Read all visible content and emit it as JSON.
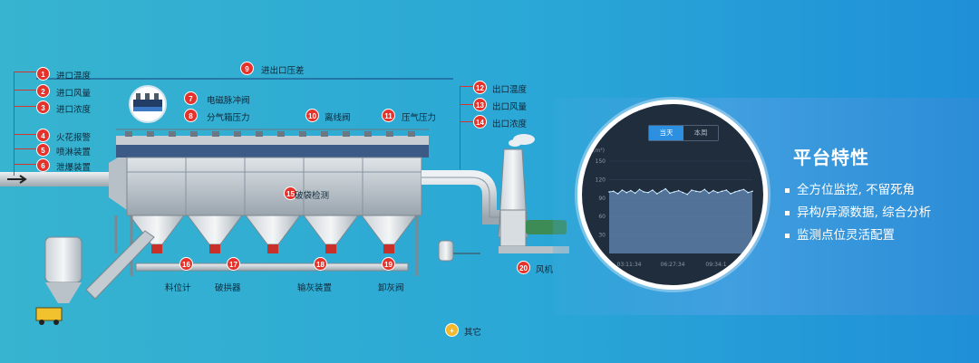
{
  "labels": [
    {
      "n": "1",
      "t": "进口温度"
    },
    {
      "n": "2",
      "t": "进口风量"
    },
    {
      "n": "3",
      "t": "进口浓度"
    },
    {
      "n": "4",
      "t": "火花报警"
    },
    {
      "n": "5",
      "t": "喷淋装置"
    },
    {
      "n": "6",
      "t": "泄爆装置"
    },
    {
      "n": "7",
      "t": "电磁脉冲阀"
    },
    {
      "n": "8",
      "t": "分气箱压力"
    },
    {
      "n": "9",
      "t": "进出口压差"
    },
    {
      "n": "10",
      "t": "离线阀"
    },
    {
      "n": "11",
      "t": "压气压力"
    },
    {
      "n": "12",
      "t": "出口温度"
    },
    {
      "n": "13",
      "t": "出口风量"
    },
    {
      "n": "14",
      "t": "出口浓度"
    },
    {
      "n": "15",
      "t": "破袋检测"
    },
    {
      "n": "16",
      "t": "料位计"
    },
    {
      "n": "17",
      "t": "破拱器"
    },
    {
      "n": "18",
      "t": "输灰装置"
    },
    {
      "n": "19",
      "t": "卸灰阀"
    },
    {
      "n": "20",
      "t": "风机"
    }
  ],
  "other": "其它",
  "monitor": {
    "tab_today": "当天",
    "tab_week": "本周",
    "unit": "(m³)",
    "y_ticks": [
      "150",
      "120",
      "90",
      "60",
      "30"
    ],
    "x_ticks": [
      "03:11:34",
      "06:27:34",
      "09:34:1"
    ]
  },
  "chart_data": {
    "type": "line",
    "y_ticks": [
      150,
      120,
      90,
      60,
      30
    ],
    "x_ticks": [
      "03:11:34",
      "06:27:34",
      "09:34:1"
    ],
    "series": [
      {
        "values": [
          100,
          101,
          97,
          103,
          99,
          102,
          98,
          104,
          100,
          99,
          103,
          97,
          101,
          105,
          98,
          100,
          102,
          99,
          96,
          103,
          101,
          100,
          104,
          98,
          102,
          99,
          101,
          103,
          97,
          100,
          102,
          104,
          99,
          101
        ]
      }
    ]
  },
  "feature_panel": {
    "title": "平台特性",
    "items": [
      "全方位监控, 不留死角",
      "异构/异源数据, 综合分析",
      "监测点位灵活配置"
    ]
  },
  "colors": {
    "badge": "#e5322a",
    "lead_line": "#d8342b",
    "chart_fill": "#5d7fa8"
  }
}
